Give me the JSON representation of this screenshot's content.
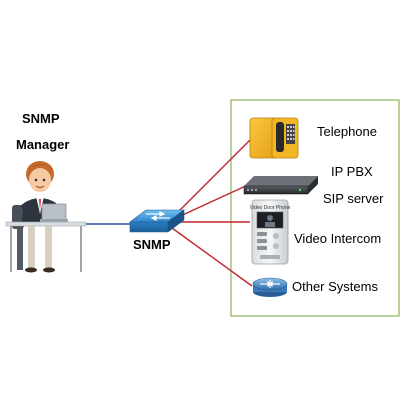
{
  "manager": {
    "line1": "SNMP",
    "line2": "Manager"
  },
  "hub": {
    "label": "SNMP"
  },
  "devices": {
    "telephone": "Telephone",
    "ippbx_line1": "IP PBX",
    "ippbx_line2": "SIP server",
    "intercom": "Video Intercom",
    "other": "Other Systems"
  },
  "intercom_screen_text": "Video Door Phone",
  "colors": {
    "link_line": "#c0282d",
    "panel_border": "#7aa03a",
    "switch_blue": "#3a8fd0",
    "phone_yellow": "#f2b21a",
    "router_blue": "#4a86c5",
    "lan_cable": "#2a4c9e"
  },
  "icons": [
    "person-at-laptop-icon",
    "network-switch-icon",
    "industrial-telephone-icon",
    "rack-server-icon",
    "video-intercom-icon",
    "router-icon"
  ]
}
